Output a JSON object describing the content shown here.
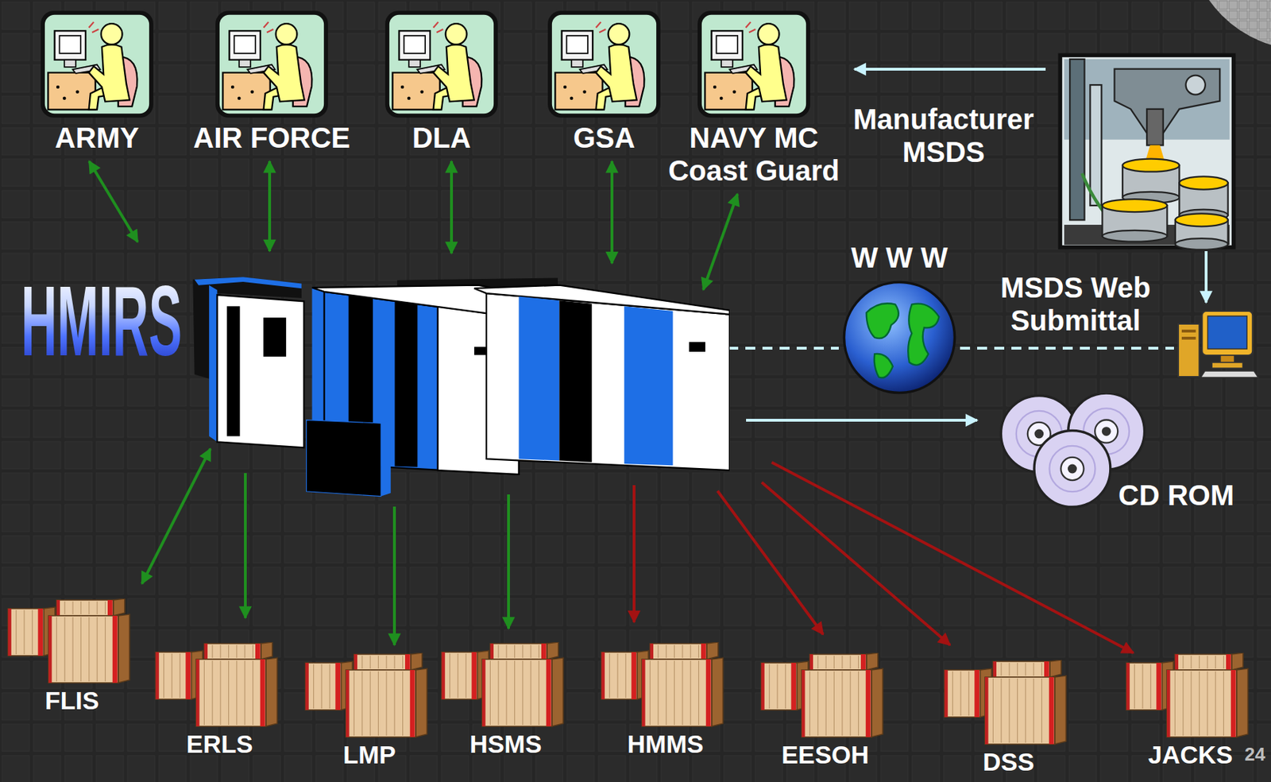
{
  "diagram": {
    "nodes": [
      {
        "text": [
          "ARMY"
        ]
      },
      {
        "text": [
          "AIR FORCE"
        ]
      },
      {
        "text": [
          "DLA"
        ]
      },
      {
        "text": [
          "GSA"
        ]
      },
      {
        "text": [
          "NAVY MC Coast Guard"
        ]
      },
      {
        "text": [
          "Manufacturer MSDS"
        ]
      },
      {
        "text": [
          "HMIRS"
        ]
      },
      {
        "text": [
          "W W W"
        ]
      },
      {
        "text": [
          "MSDS Web Submittal"
        ]
      },
      {
        "text": [
          "CD ROM"
        ]
      },
      {
        "text": [
          "FLIS"
        ]
      },
      {
        "text": [
          "ERLS"
        ]
      },
      {
        "text": [
          "LMP"
        ]
      },
      {
        "text": [
          "HSMS"
        ]
      },
      {
        "text": [
          "HMMS"
        ]
      },
      {
        "text": [
          "EESOH"
        ]
      },
      {
        "text": [
          "DSS"
        ]
      },
      {
        "text": [
          "JACKS"
        ]
      }
    ],
    "edges": [
      {
        "from": 0,
        "to": 6,
        "arrow": "both"
      },
      {
        "from": 1,
        "to": 6,
        "arrow": "both"
      },
      {
        "from": 2,
        "to": 6,
        "arrow": "both"
      },
      {
        "from": 3,
        "to": 6,
        "arrow": "both"
      },
      {
        "from": 4,
        "to": 6,
        "arrow": "both"
      },
      {
        "from": 5,
        "to": 4,
        "arrow": "to"
      },
      {
        "from": 5,
        "to": 8,
        "arrow": "to"
      },
      {
        "from": 6,
        "to": 7,
        "arrow": "none"
      },
      {
        "from": 7,
        "to": 8,
        "arrow": "none"
      },
      {
        "from": 6,
        "to": 9,
        "arrow": "to"
      },
      {
        "from": 6,
        "to": 10,
        "arrow": "both"
      },
      {
        "from": 6,
        "to": 11,
        "arrow": "to"
      },
      {
        "from": 6,
        "to": 12,
        "arrow": "to"
      },
      {
        "from": 6,
        "to": 13,
        "arrow": "to"
      },
      {
        "from": 6,
        "to": 14,
        "arrow": "to"
      },
      {
        "from": 6,
        "to": 15,
        "arrow": "to"
      },
      {
        "from": 6,
        "to": 16,
        "arrow": "to"
      },
      {
        "from": 6,
        "to": 17,
        "arrow": "to"
      }
    ],
    "labels": [
      "24"
    ]
  }
}
